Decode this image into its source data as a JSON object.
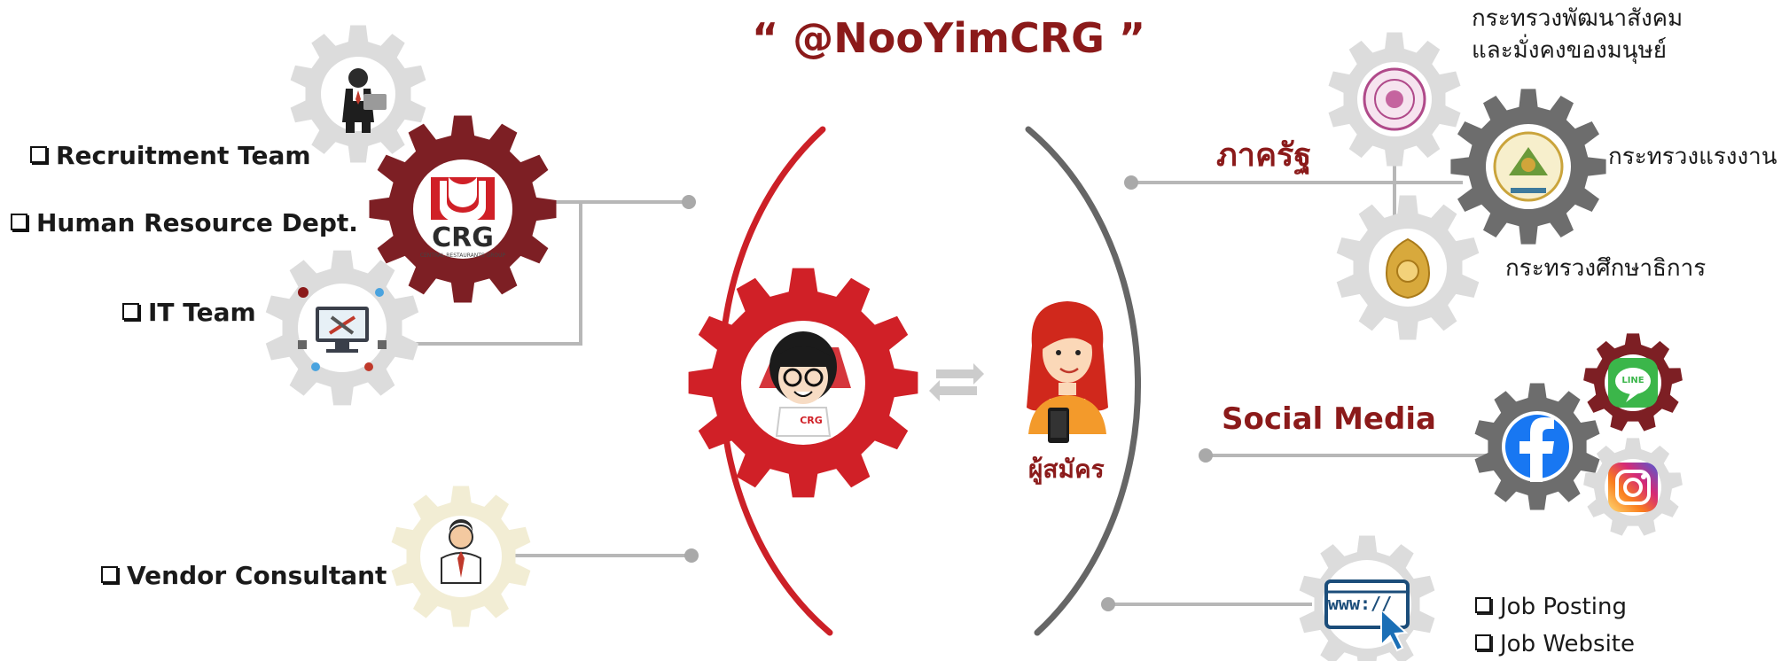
{
  "title": "“ @NooYimCRG ”",
  "internal_team": {
    "items": [
      "Recruitment Team",
      "Human Resource Dept.",
      "IT Team"
    ],
    "logo_text": "CRG",
    "logo_subtext": "CENTRAL RESTAURANTS GROUP"
  },
  "vendor": {
    "label": "Vendor Consultant"
  },
  "center": {
    "mascot_badge": "CRG",
    "applicant_label": "ผู้สมัคร"
  },
  "government": {
    "heading": "ภาครัฐ",
    "ministries": [
      {
        "line1": "กระทรวงพัฒนาสังคม",
        "line2": "และมั่งคงของมนุษย์"
      },
      {
        "line1": "กระทรวงแรงงาน"
      },
      {
        "line1": "กระทรวงศึกษาธิการ"
      }
    ]
  },
  "social": {
    "heading": "Social Media",
    "line_badge": "LINE"
  },
  "web": {
    "www_text": "www://",
    "items": [
      "Job Posting",
      "Job Website"
    ]
  },
  "colors": {
    "dark_red": "#7d1f24",
    "red": "#d02027",
    "grey_dark": "#6d6d6d",
    "grey_light": "#dcdcdc",
    "cream": "#f2edd4",
    "connector": "#b7b7b7",
    "facebook": "#1877f2",
    "line_green": "#3bb64a"
  }
}
